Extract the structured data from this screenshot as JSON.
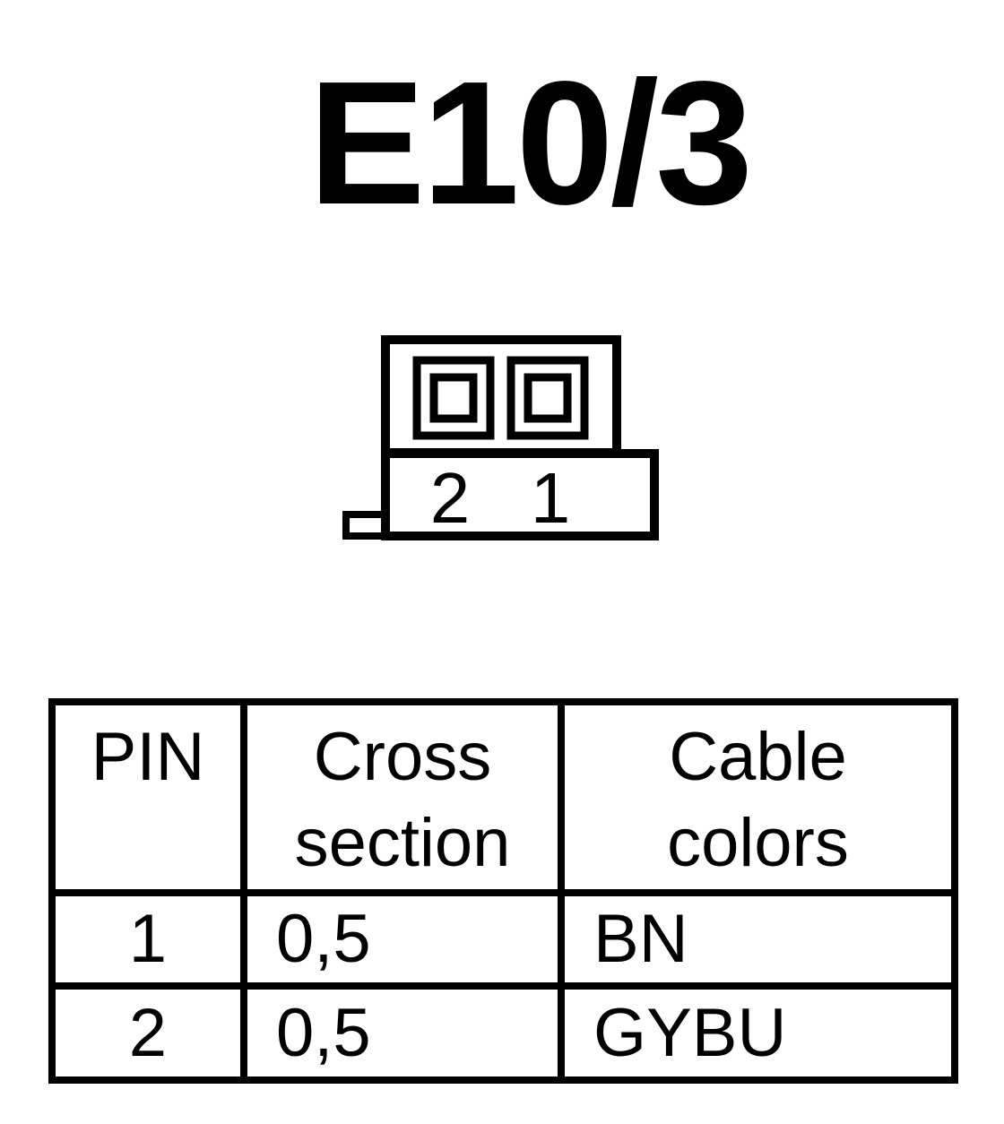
{
  "title": "E10/3",
  "connector": {
    "pin_labels": [
      "2",
      "1"
    ]
  },
  "table": {
    "headers": [
      {
        "line1": "PIN",
        "line2": ""
      },
      {
        "line1": "Cross",
        "line2": "section"
      },
      {
        "line1": "Cable",
        "line2": "colors"
      }
    ],
    "rows": [
      {
        "pin": "1",
        "cross_section": "0,5",
        "cable_color": "BN"
      },
      {
        "pin": "2",
        "cross_section": "0,5",
        "cable_color": "GYBU"
      }
    ]
  }
}
